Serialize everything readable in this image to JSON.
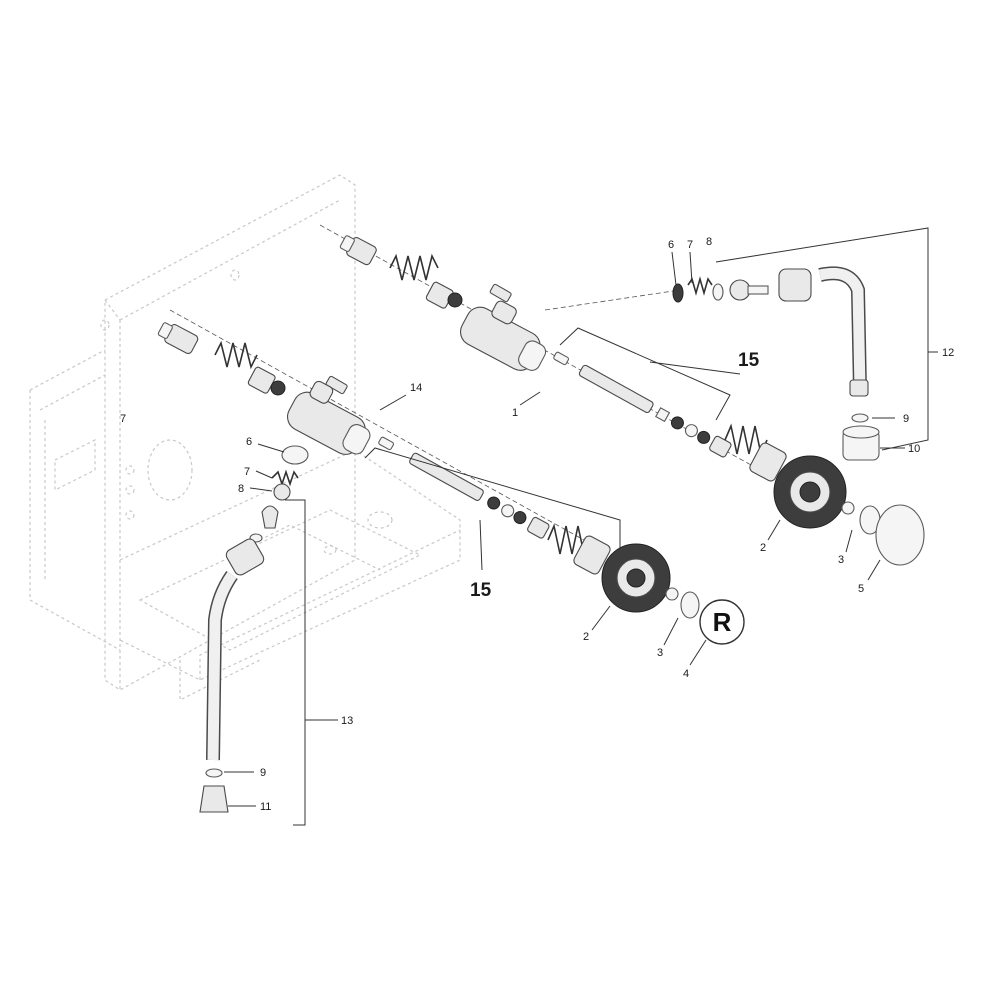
{
  "diagram": {
    "labels": {
      "l1": "1",
      "l2a": "2",
      "l2b": "2",
      "l3a": "3",
      "l3b": "3",
      "l4": "4",
      "l5": "5",
      "l6a": "6",
      "l6b": "6",
      "l7a": "7",
      "l7b": "7",
      "l7c": "7",
      "l8a": "8",
      "l8b": "8",
      "l9a": "9",
      "l9b": "9",
      "l10": "10",
      "l11": "11",
      "l12": "12",
      "l13": "13",
      "l14": "14",
      "l15a": "15",
      "l15b": "15"
    },
    "knob_letter": "R",
    "colors": {
      "ink": "#1a1a1a",
      "ghost": "#c8c8c8",
      "part_fill": "#e9e9e9",
      "dark_part": "#3d3d3d"
    }
  }
}
